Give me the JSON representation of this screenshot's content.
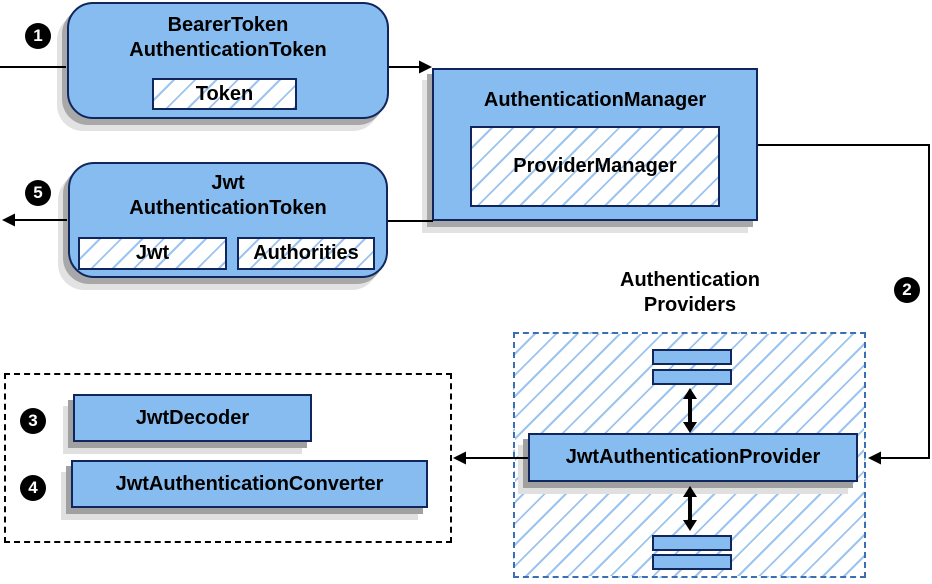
{
  "diagram": {
    "title_hint": "JWT authentication flow",
    "colors": {
      "node_fill": "#87bcf1",
      "node_border": "#10265c",
      "hatch_line": "#9cc4ef",
      "providers_dash_border": "#3c6eb4",
      "converters_dash_border": "#000000",
      "connector": "#000000",
      "shadow_dark": "#a8a8a8",
      "shadow_light": "#e2e2e2",
      "badge_bg": "#000000",
      "badge_text": "#ffffff"
    },
    "steps": {
      "one": "1",
      "two": "2",
      "three": "3",
      "four": "4",
      "five": "5"
    },
    "nodes": {
      "bearer_token": {
        "title_line1": "BearerToken",
        "title_line2": "AuthenticationToken",
        "child": "Token"
      },
      "authentication_manager": {
        "title": "AuthenticationManager",
        "child": "ProviderManager"
      },
      "jwt_authentication_token": {
        "title_line1": "Jwt",
        "title_line2": "AuthenticationToken",
        "child1": "Jwt",
        "child2": "Authorities"
      },
      "authentication_providers": {
        "label_line1": "Authentication",
        "label_line2": "Providers",
        "provider": "JwtAuthenticationProvider"
      },
      "converters_group": {
        "decoder": "JwtDecoder",
        "converter": "JwtAuthenticationConverter"
      }
    }
  }
}
